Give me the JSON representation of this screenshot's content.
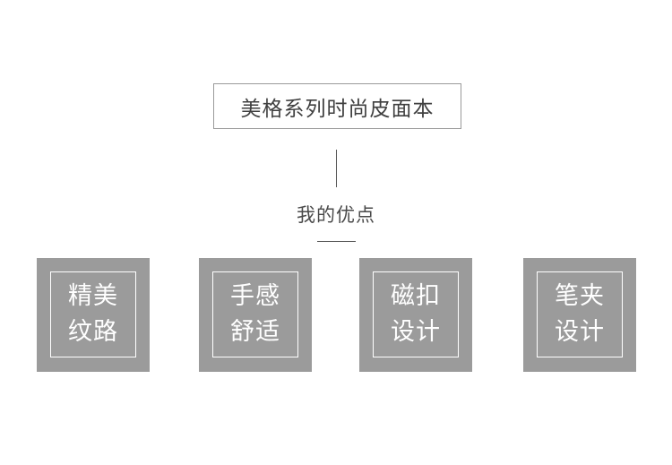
{
  "header": {
    "title": "美格系列时尚皮面本"
  },
  "section": {
    "subtitle": "我的优点"
  },
  "features": [
    {
      "line1": "精美",
      "line2": "纹路"
    },
    {
      "line1": "手感",
      "line2": "舒适"
    },
    {
      "line1": "磁扣",
      "line2": "设计"
    },
    {
      "line1": "笔夹",
      "line2": "设计"
    }
  ],
  "colors": {
    "card_background": "#9b9b9b",
    "text": "#4a4a4a",
    "border": "#9a9a9a"
  }
}
